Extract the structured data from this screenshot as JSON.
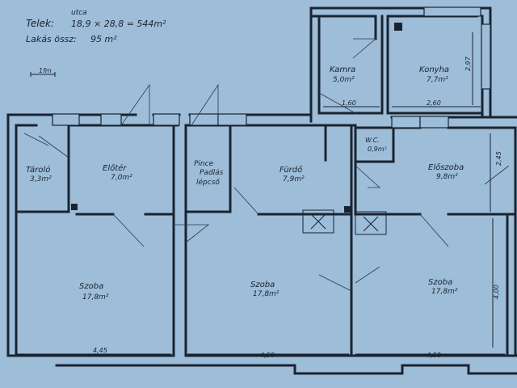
{
  "header": {
    "street": "utca",
    "plot_label": "Telek:",
    "plot_value": "18,9 × 28,8 = 544m²",
    "flat_label": "Lakás össz:",
    "flat_value": "95 m²",
    "scale": "1fm"
  },
  "rooms": {
    "kamra": {
      "name": "Kamra",
      "area": "5,0m²"
    },
    "konyha": {
      "name": "Konyha",
      "area": "7,7m²"
    },
    "tarolo": {
      "name": "Tároló",
      "area": "3,3m²"
    },
    "eloter": {
      "name": "Előtér",
      "area": "7,0m²"
    },
    "pince": {
      "line1": "Pince",
      "line2": "Padlás",
      "line3": "lépcső"
    },
    "furdo": {
      "name": "Fürdő",
      "area": "7,9m²"
    },
    "wc": {
      "name": "W.C.",
      "area": "0,9m²"
    },
    "eloszoba": {
      "name": "Előszoba",
      "area": "9,8m²"
    },
    "szoba1": {
      "name": "Szoba",
      "area": "17,8m²"
    },
    "szoba2": {
      "name": "Szoba",
      "area": "17,8m²"
    },
    "szoba3": {
      "name": "Szoba",
      "area": "17,8m²"
    }
  },
  "dimensions": {
    "kamra_width": "1,60",
    "konyha_width": "2,60",
    "konyha_height": "2,97",
    "eloszoba_height": "2,45",
    "szoba_height": "4,00",
    "szoba1_width": "4,45",
    "szoba2_width": "4,50",
    "szoba3_width": "4,50"
  },
  "colors": {
    "paper": "#9dbdd9",
    "ink": "#1a2430"
  }
}
